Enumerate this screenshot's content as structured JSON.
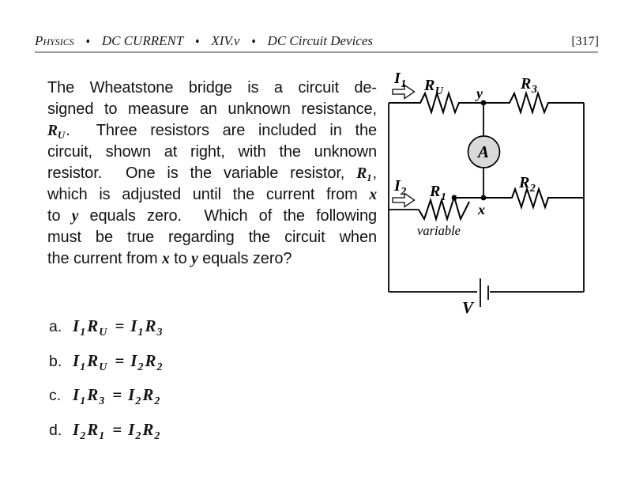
{
  "header": {
    "course": "Physics",
    "separator": "♦",
    "section": "DC CURRENT",
    "chapter": "XIV.v",
    "topic": "DC Circuit Devices",
    "page_number": "[317]"
  },
  "question": {
    "lines": [
      [
        {
          "t": "The Wheatstone bridge is a circuit de-"
        }
      ],
      [
        {
          "t": "signed to measure an unknown resistance,"
        }
      ],
      [
        {
          "t": "R",
          "c": "var"
        },
        {
          "t": "U",
          "c": "varsub"
        },
        {
          "t": ".  Three resistors are included in the"
        }
      ],
      [
        {
          "t": "circuit, shown at right, with the unknown"
        }
      ],
      [
        {
          "t": "resistor.  One is the variable resistor, "
        },
        {
          "t": "R",
          "c": "var"
        },
        {
          "t": "1",
          "c": "varsub"
        },
        {
          "t": ","
        }
      ],
      [
        {
          "t": "which is adjusted until the current from "
        },
        {
          "t": "x",
          "c": "var"
        }
      ],
      [
        {
          "t": "to "
        },
        {
          "t": "y",
          "c": "var"
        },
        {
          "t": " equals zero.  Which of the following"
        }
      ],
      [
        {
          "t": "must be true regarding the circuit when"
        }
      ],
      [
        {
          "t": "the current from "
        },
        {
          "t": "x",
          "c": "var"
        },
        {
          "t": " to "
        },
        {
          "t": "y",
          "c": "var"
        },
        {
          "t": " equals zero?"
        }
      ]
    ]
  },
  "options": [
    {
      "label": "a.",
      "eq": [
        {
          "b": "I",
          "s": "1"
        },
        {
          "b": "R",
          "s": "U"
        },
        {
          "b": "="
        },
        {
          "b": "I",
          "s": "1"
        },
        {
          "b": "R",
          "s": "3"
        }
      ]
    },
    {
      "label": "b.",
      "eq": [
        {
          "b": "I",
          "s": "1"
        },
        {
          "b": "R",
          "s": "U"
        },
        {
          "b": "="
        },
        {
          "b": "I",
          "s": "2"
        },
        {
          "b": "R",
          "s": "2"
        }
      ]
    },
    {
      "label": "c.",
      "eq": [
        {
          "b": "I",
          "s": "1"
        },
        {
          "b": "R",
          "s": "3"
        },
        {
          "b": "="
        },
        {
          "b": "I",
          "s": "2"
        },
        {
          "b": "R",
          "s": "2"
        }
      ]
    },
    {
      "label": "d.",
      "eq": [
        {
          "b": "I",
          "s": "2"
        },
        {
          "b": "R",
          "s": "1"
        },
        {
          "b": "="
        },
        {
          "b": "I",
          "s": "2"
        },
        {
          "b": "R",
          "s": "2"
        }
      ]
    }
  ],
  "circuit": {
    "i1": {
      "b": "I",
      "s": "1"
    },
    "i2": {
      "b": "I",
      "s": "2"
    },
    "ru": {
      "b": "R",
      "s": "U"
    },
    "r3": {
      "b": "R",
      "s": "3"
    },
    "r1": {
      "b": "R",
      "s": "1"
    },
    "r2": {
      "b": "R",
      "s": "2"
    },
    "node_y": "y",
    "node_x": "x",
    "ammeter": "A",
    "variable_label": "variable",
    "battery": "V"
  },
  "colors": {
    "ink": "#000000",
    "text": "#141414",
    "rule": "#9a9a9a",
    "ammeter_fill": "#d9d9d9"
  }
}
